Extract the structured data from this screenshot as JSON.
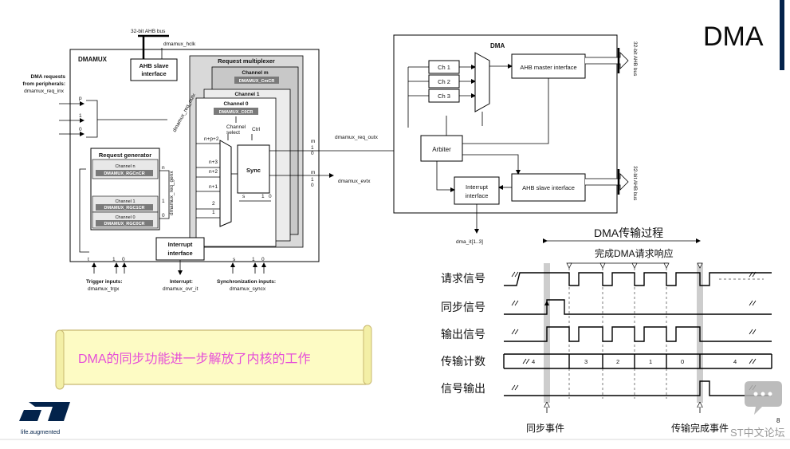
{
  "slide": {
    "title": "DMA",
    "page_number": "8",
    "callout": "DMA的同步功能进一步解放了内核的工作",
    "logo_tagline": "life.augmented",
    "watermark": "ST中文论坛"
  },
  "dmamux": {
    "title": "DMAMUX",
    "ahb_bus": "32-bit AHB bus",
    "hclk": "dmamux_hclk",
    "ahb_slave": [
      "AHB slave",
      "interface"
    ],
    "requests_label": [
      "DMA requests",
      "from peripherals:",
      "dmamux_req_inx"
    ],
    "req_inputs": [
      "p",
      "1",
      "0"
    ],
    "request_multiplexer": "Request multiplexer",
    "channel_m": "Channel m",
    "reg_cm": "DMAMUX_CmCR",
    "channel_1": "Channel 1",
    "channel_0": "Channel 0",
    "reg_c0": "DMAMUX_C0CR",
    "channel_select": [
      "Channel",
      "select"
    ],
    "ctrl": "Ctrl",
    "sync": "Sync",
    "mux_inputs": [
      "n+p+2",
      "n+3",
      "n+2",
      "n+1",
      "2",
      "1"
    ],
    "sync_bits": [
      "s",
      "1",
      "0"
    ],
    "request_generator": "Request generator",
    "gen_channel_n": "Channel n",
    "gen_reg_n": "DMAMUX_RGCnCR",
    "gen_channel_1": "Channel 1",
    "gen_reg_1": "DMAMUX_RGC1CR",
    "gen_channel_0": "Channel 0",
    "gen_reg_0": "DMAMUX_RGC0CR",
    "gen_outputs": [
      "n",
      "1",
      "0"
    ],
    "req_genx": "dmamux_req_genx",
    "req_outx_vertical": "dmamux_req_outx",
    "out_m": [
      "m",
      "1",
      "0"
    ],
    "evt_m": [
      "m",
      "1",
      "0"
    ],
    "req_outx": "dmamux_req_outx",
    "evtx": "dmamux_evtx",
    "interrupt_interface": [
      "Interrupt",
      "interface"
    ],
    "trig_bits": [
      "t",
      "1",
      "0"
    ],
    "trigger_inputs": [
      "Trigger inputs:",
      "dmamux_trgx"
    ],
    "interrupt": [
      "Interrupt:",
      "dmamux_ovr_it"
    ],
    "sync_inputs": [
      "Synchronization inputs:",
      "dmamux_syncx"
    ]
  },
  "dma": {
    "title": "DMA",
    "channels": [
      "Ch 1",
      "Ch 2",
      "Ch 3"
    ],
    "ahb_master": "AHB master interface",
    "arbiter": "Arbiter",
    "interrupt_interface": [
      "Interrupt",
      "interface"
    ],
    "ahb_slave": "AHB slave interface",
    "bus_top": "32-bit AHB bus",
    "bus_bottom": "32-bit AHB bus",
    "dma_it": "dma_it[1..3]"
  },
  "timing": {
    "process": "DMA传输过程",
    "complete_response": "完成DMA请求响应",
    "rows": [
      "请求信号",
      "同步信号",
      "输出信号",
      "传输计数",
      "信号输出"
    ],
    "counts": [
      "4",
      "3",
      "2",
      "1",
      "0",
      "4"
    ],
    "sync_event": "同步事件",
    "complete_event": "传输完成事件"
  },
  "colors": {
    "callout_fill": "#fdfbc4",
    "callout_border": "#c8b870",
    "callout_text": "#e64fd8",
    "st_blue": "#03234b",
    "panel_gray": "#d9d9d9",
    "reg_gray": "#7a7a7a",
    "bubble_gray": "#b0b0b0"
  }
}
